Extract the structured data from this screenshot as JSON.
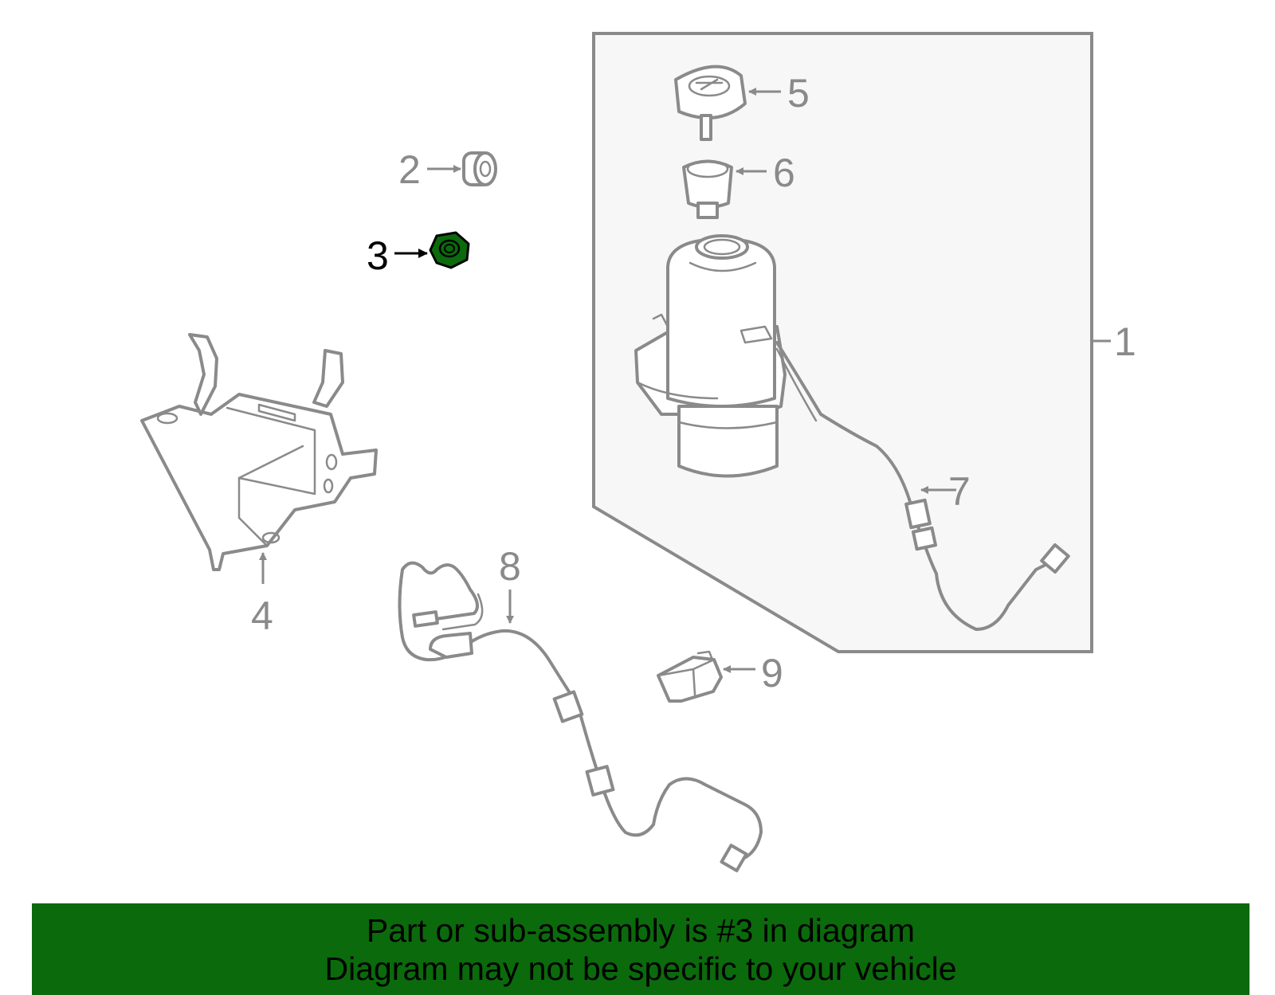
{
  "callouts": {
    "c1": "1",
    "c2": "2",
    "c3": "3",
    "c4": "4",
    "c5": "5",
    "c6": "6",
    "c7": "7",
    "c8": "8",
    "c9": "9"
  },
  "highlight": {
    "part_number": "3",
    "color": "#0b6a0b"
  },
  "banner": {
    "line1": "Part or sub-assembly is #3 in diagram",
    "line2": "Diagram may not be specific to your vehicle",
    "background": "#0b6a0b"
  },
  "colors": {
    "line_art": "#8a8a8a",
    "assembly_box_fill": "#f7f7f7"
  }
}
